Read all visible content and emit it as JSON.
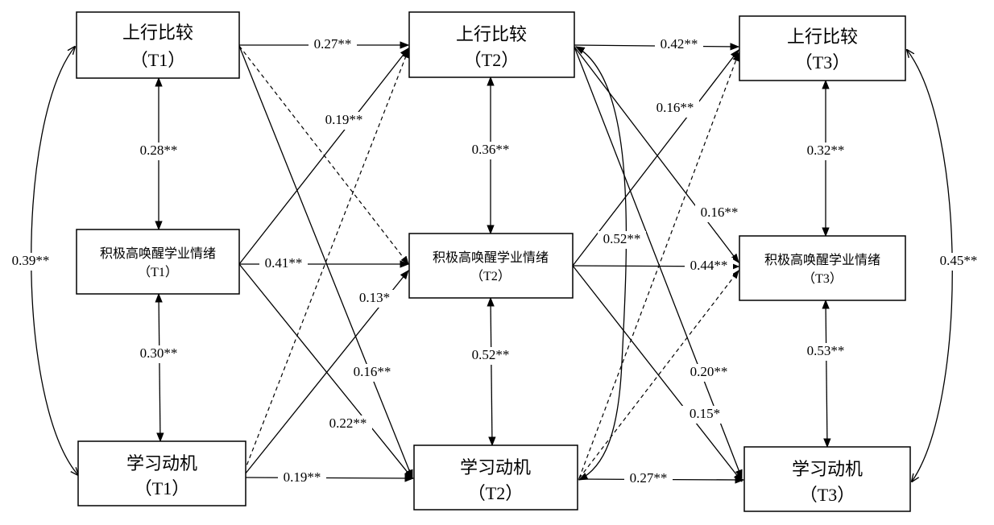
{
  "nodes": {
    "t1_up": {
      "name": "上行比较",
      "time": "（T1）"
    },
    "t1_aff": {
      "name": "积极高唤醒学业情绪",
      "time": "（T1）"
    },
    "t1_mot": {
      "name": "学习动机",
      "time": "（T1）"
    },
    "t2_up": {
      "name": "上行比较",
      "time": "（T2）"
    },
    "t2_aff": {
      "name": "积极高唤醒学业情绪",
      "time": "（T2）"
    },
    "t2_mot": {
      "name": "学习动机",
      "time": "（T2）"
    },
    "t3_up": {
      "name": "上行比较",
      "time": "（T3）"
    },
    "t3_aff": {
      "name": "积极高唤醒学业情绪",
      "time": "（T3）"
    },
    "t3_mot": {
      "name": "学习动机",
      "time": "（T3）"
    }
  },
  "edges": {
    "up12": "0.27**",
    "up23": "0.42**",
    "aff12": "0.41**",
    "aff23": "0.44**",
    "mot12": "0.19**",
    "mot23": "0.27**",
    "aff1_up2": "0.19**",
    "mot1_aff2": "0.13*",
    "up1_mot2": "0.16**",
    "aff1_mot2": "0.22**",
    "aff2_up3": "0.16**",
    "up2_aff3": "0.16**",
    "up2_mot3": "0.20**",
    "aff2_mot3": "0.15*",
    "cov_up2_mot2": "0.52**",
    "cov1_up_aff": "0.28**",
    "cov1_aff_mot": "0.30**",
    "cov2_up_aff": "0.36**",
    "cov2_aff_mot": "0.52**",
    "cov3_up_aff": "0.32**",
    "cov3_aff_mot": "0.53**",
    "cov1_up_mot": "0.39**",
    "cov3_up_mot": "0.45**"
  }
}
